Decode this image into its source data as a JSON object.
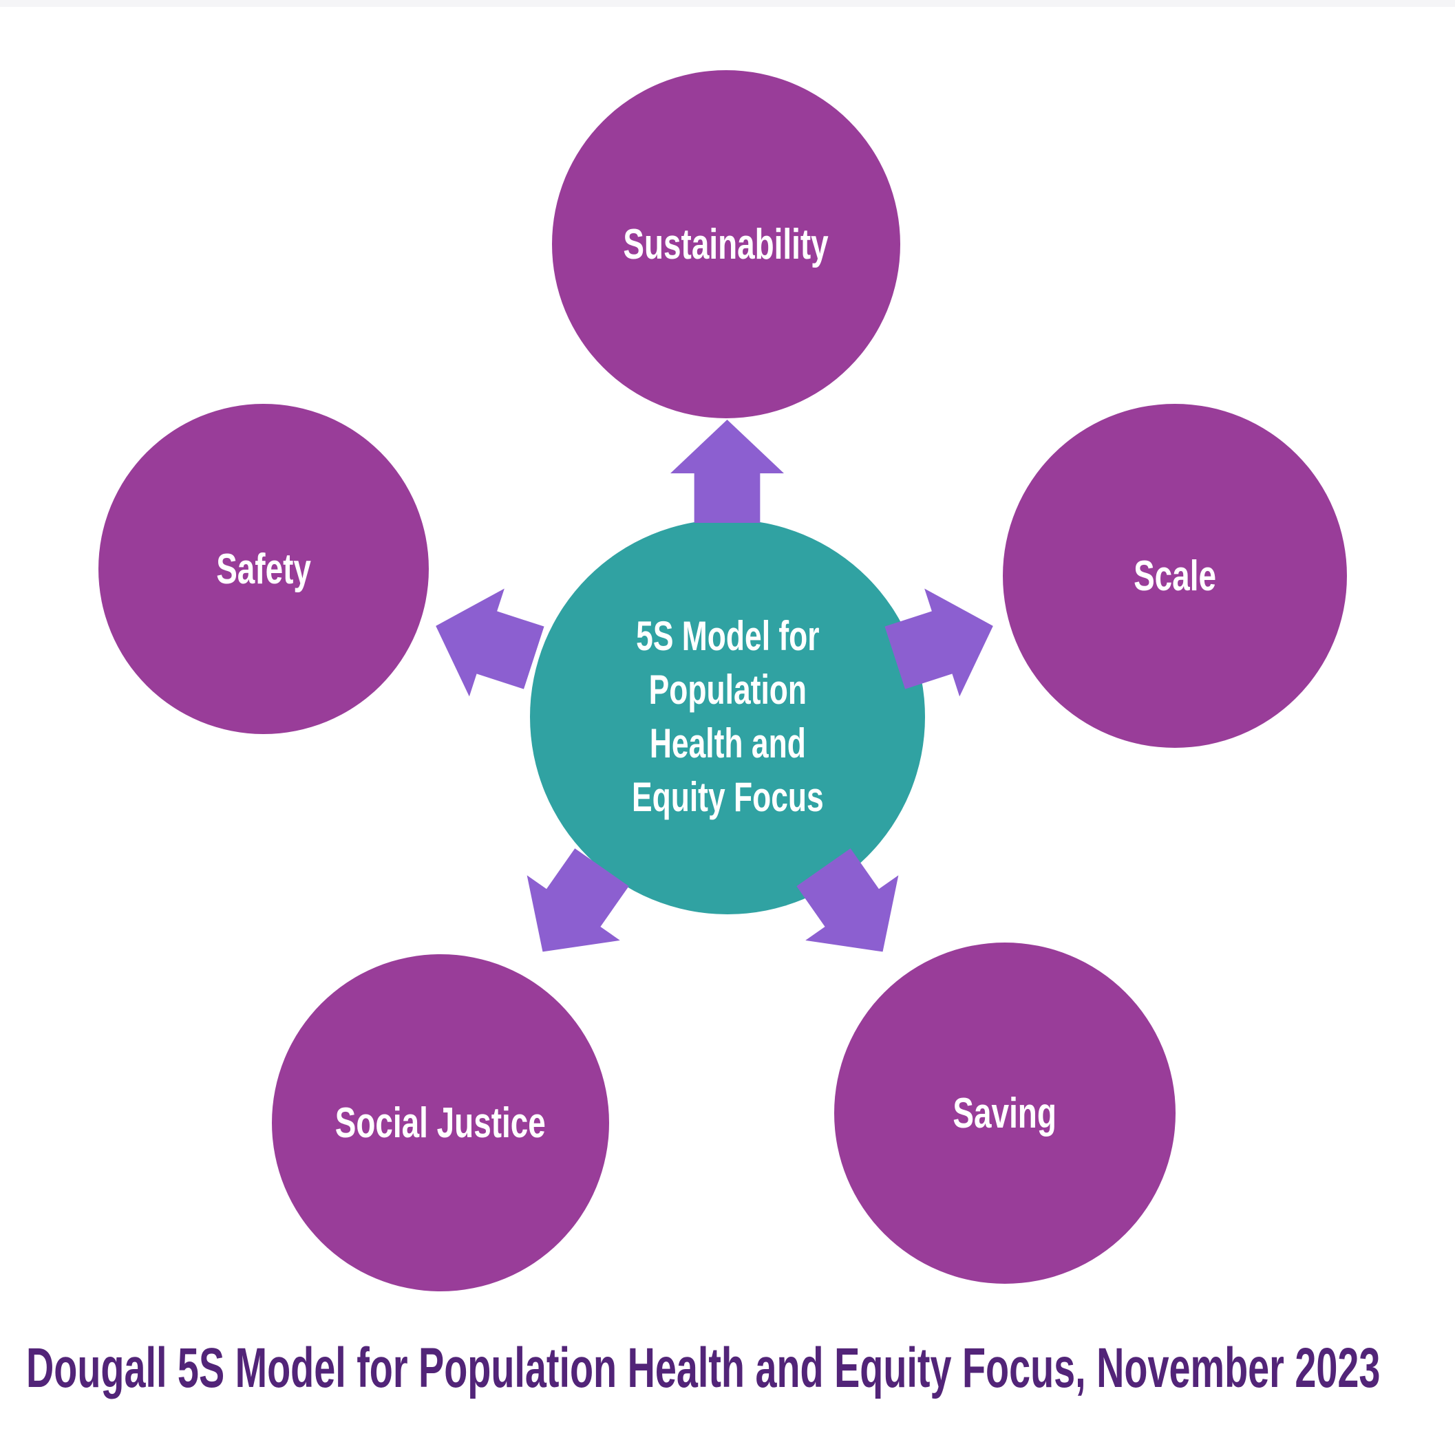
{
  "diagram": {
    "center": {
      "label": "5S Model for\nPopulation\nHealth and\nEquity Focus"
    },
    "nodes": [
      {
        "id": "sustainability",
        "label": "Sustainability",
        "position": "top"
      },
      {
        "id": "safety",
        "label": "Safety",
        "position": "left"
      },
      {
        "id": "scale",
        "label": "Scale",
        "position": "right"
      },
      {
        "id": "social-justice",
        "label": "Social Justice",
        "position": "bottom-left"
      },
      {
        "id": "saving",
        "label": "Saving",
        "position": "bottom-right"
      }
    ]
  },
  "caption": "Dougall 5S Model for Population Health and Equity Focus, November 2023",
  "colors": {
    "node_circle": "#993D99",
    "center_circle": "#30A2A2",
    "arrow": "#8C5FD0",
    "label_text": "#FFFFFF",
    "caption_text": "#522478"
  }
}
